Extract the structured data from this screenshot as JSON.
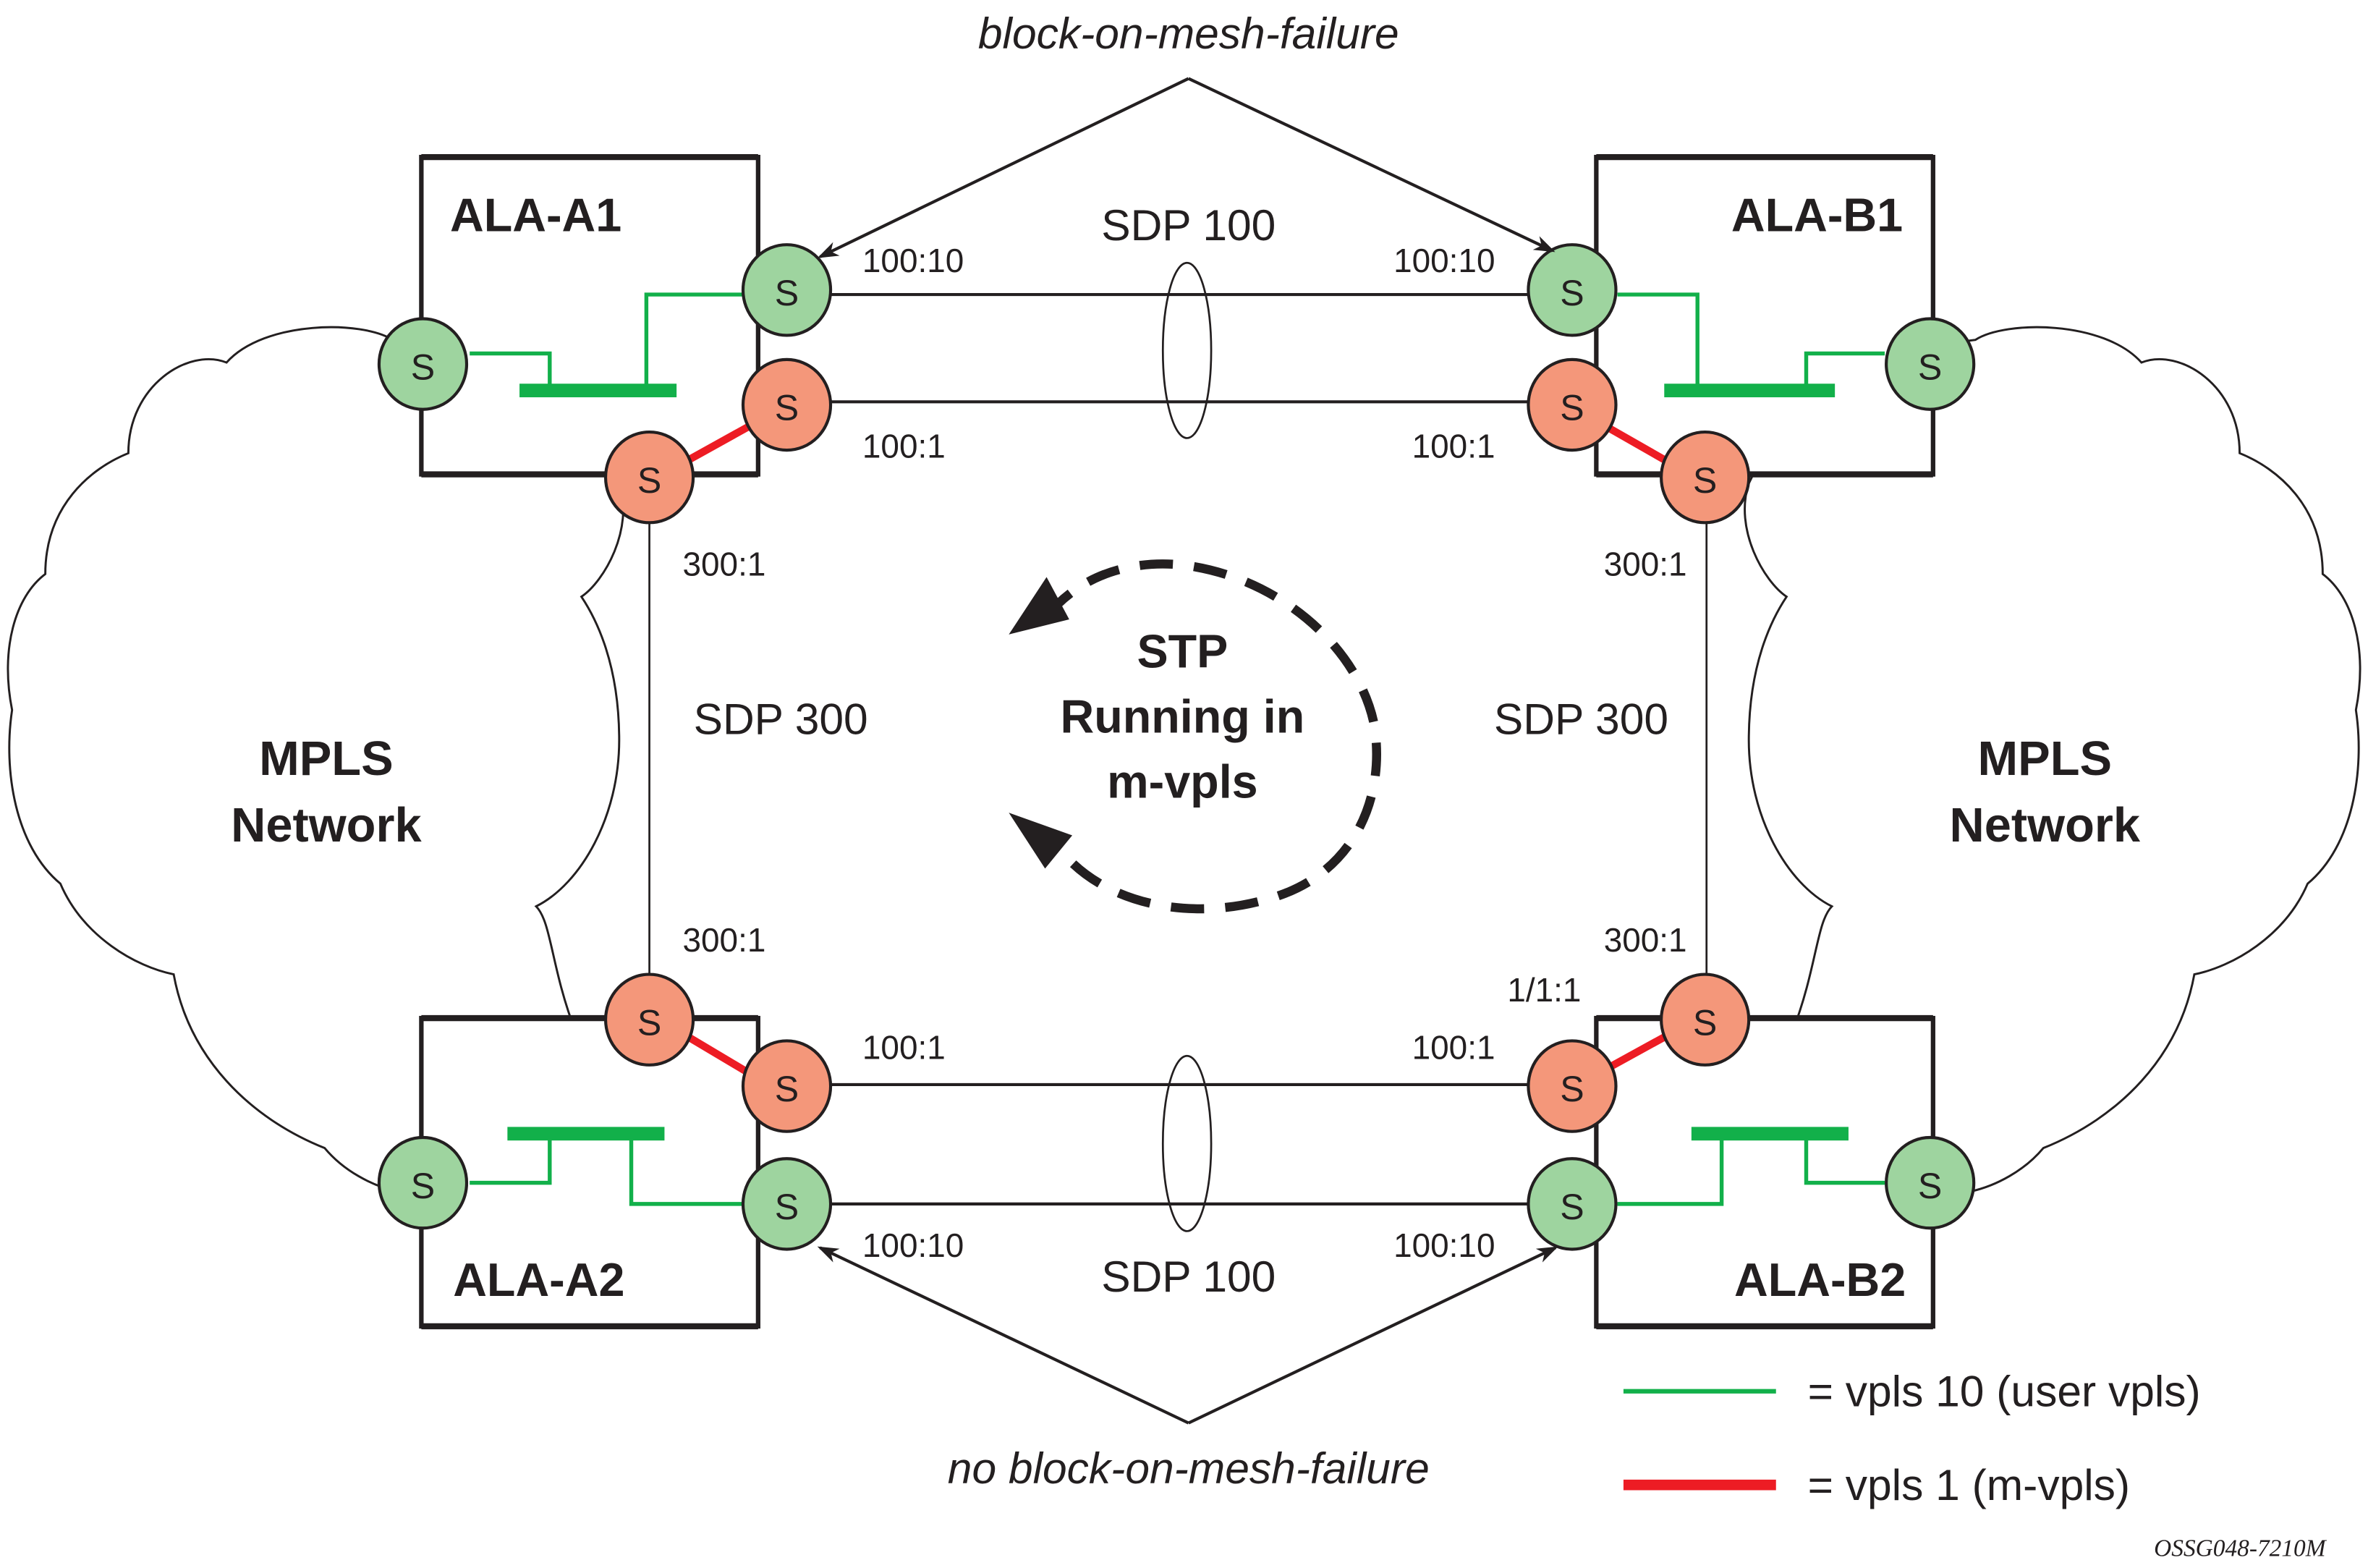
{
  "annotations": {
    "top": "block-on-mesh-failure",
    "bottom": "no block-on-mesh-failure"
  },
  "nodes": {
    "a1": "ALA-A1",
    "b1": "ALA-B1",
    "a2": "ALA-A2",
    "b2": "ALA-B2"
  },
  "clouds": {
    "left": [
      "MPLS",
      "Network"
    ],
    "right": [
      "MPLS",
      "Network"
    ]
  },
  "sdps": {
    "top": "SDP 100",
    "bottom": "SDP 100",
    "left": "SDP 300",
    "right": "SDP 300"
  },
  "sap_glyph": "S",
  "sdp_bindings": {
    "a1_user": "100:10",
    "a1_mgmt": "100:1",
    "b1_user": "100:10",
    "b1_mgmt": "100:1",
    "a2_user": "100:10",
    "a2_mgmt": "100:1",
    "b2_user": "100:10",
    "b2_mgmt": "100:1",
    "a1_ring": "300:1",
    "a2_ring": "300:1",
    "b1_ring": "300:1",
    "b2_ring": "300:1",
    "b2_port": "1/1:1"
  },
  "stp": {
    "lines": [
      "STP",
      "Running in",
      "m-vpls"
    ]
  },
  "legend": [
    {
      "label": "= vpls 10 (user vpls)",
      "color": "#12b04a",
      "style": "thin"
    },
    {
      "label": "= vpls 1 (m-vpls)",
      "color": "#ed1c24",
      "style": "thick"
    }
  ],
  "colors": {
    "user_vpls": "#12b04a",
    "mgmt_vpls": "#ed1c24",
    "user_sap_fill": "#9ed49f",
    "mgmt_sap_fill": "#f4977a"
  },
  "figure_id": "OSSG048-7210M"
}
